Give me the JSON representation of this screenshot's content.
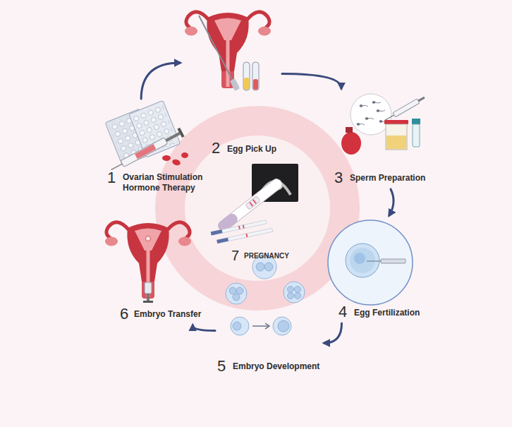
{
  "diagram": {
    "nodes": [
      {
        "text": [
          "1",
          "Ovarian Stimulation Hormone Therapy"
        ]
      },
      {
        "text": [
          "2",
          "Egg Pick Up"
        ]
      },
      {
        "text": [
          "3",
          "Sperm Preparation"
        ]
      },
      {
        "text": [
          "4",
          "Egg Fertilization"
        ]
      },
      {
        "text": [
          "5",
          "Embryo Development"
        ]
      },
      {
        "text": [
          "6",
          "Embryo Transfer"
        ]
      },
      {
        "text": [
          "7",
          "PREGNANCY"
        ]
      }
    ],
    "edges": [
      {
        "from": 0,
        "to": 1,
        "arrow": "to"
      },
      {
        "from": 1,
        "to": 2,
        "arrow": "to"
      },
      {
        "from": 2,
        "to": 3,
        "arrow": "to"
      },
      {
        "from": 3,
        "to": 4,
        "arrow": "to"
      },
      {
        "from": 4,
        "to": 5,
        "arrow": "to"
      }
    ]
  }
}
